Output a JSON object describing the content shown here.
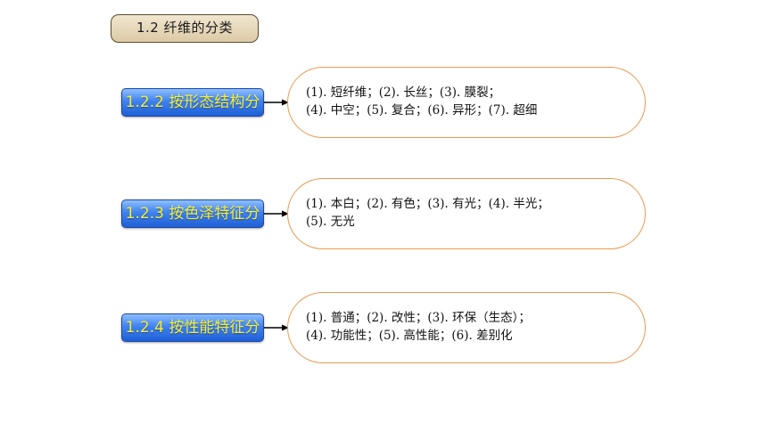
{
  "title": "1.2 纤维的分类",
  "sections": [
    {
      "label": "1.2.2 按形态结构分",
      "lines": [
        "(1). 短纤维；(2). 长丝；(3). 膜裂；",
        "(4). 中空；(5). 复合；(6). 异形；(7). 超细"
      ]
    },
    {
      "label": "1.2.3 按色泽特征分",
      "lines": [
        "(1). 本白；(2). 有色；(3). 有光；(4). 半光；",
        "(5). 无光"
      ]
    },
    {
      "label": "1.2.4 按性能特征分",
      "lines": [
        "(1). 普通；(2). 改性；(3). 环保（生态）；",
        "(4). 功能性；(5). 高性能；(6). 差别化"
      ]
    }
  ],
  "colors": {
    "label_bg": "#3f82ef",
    "label_text": "#f3ee3a",
    "box_border": "#e89a52",
    "title_bg": "#e6d6b8"
  },
  "icons": {
    "connector": "arrow-right-icon"
  }
}
